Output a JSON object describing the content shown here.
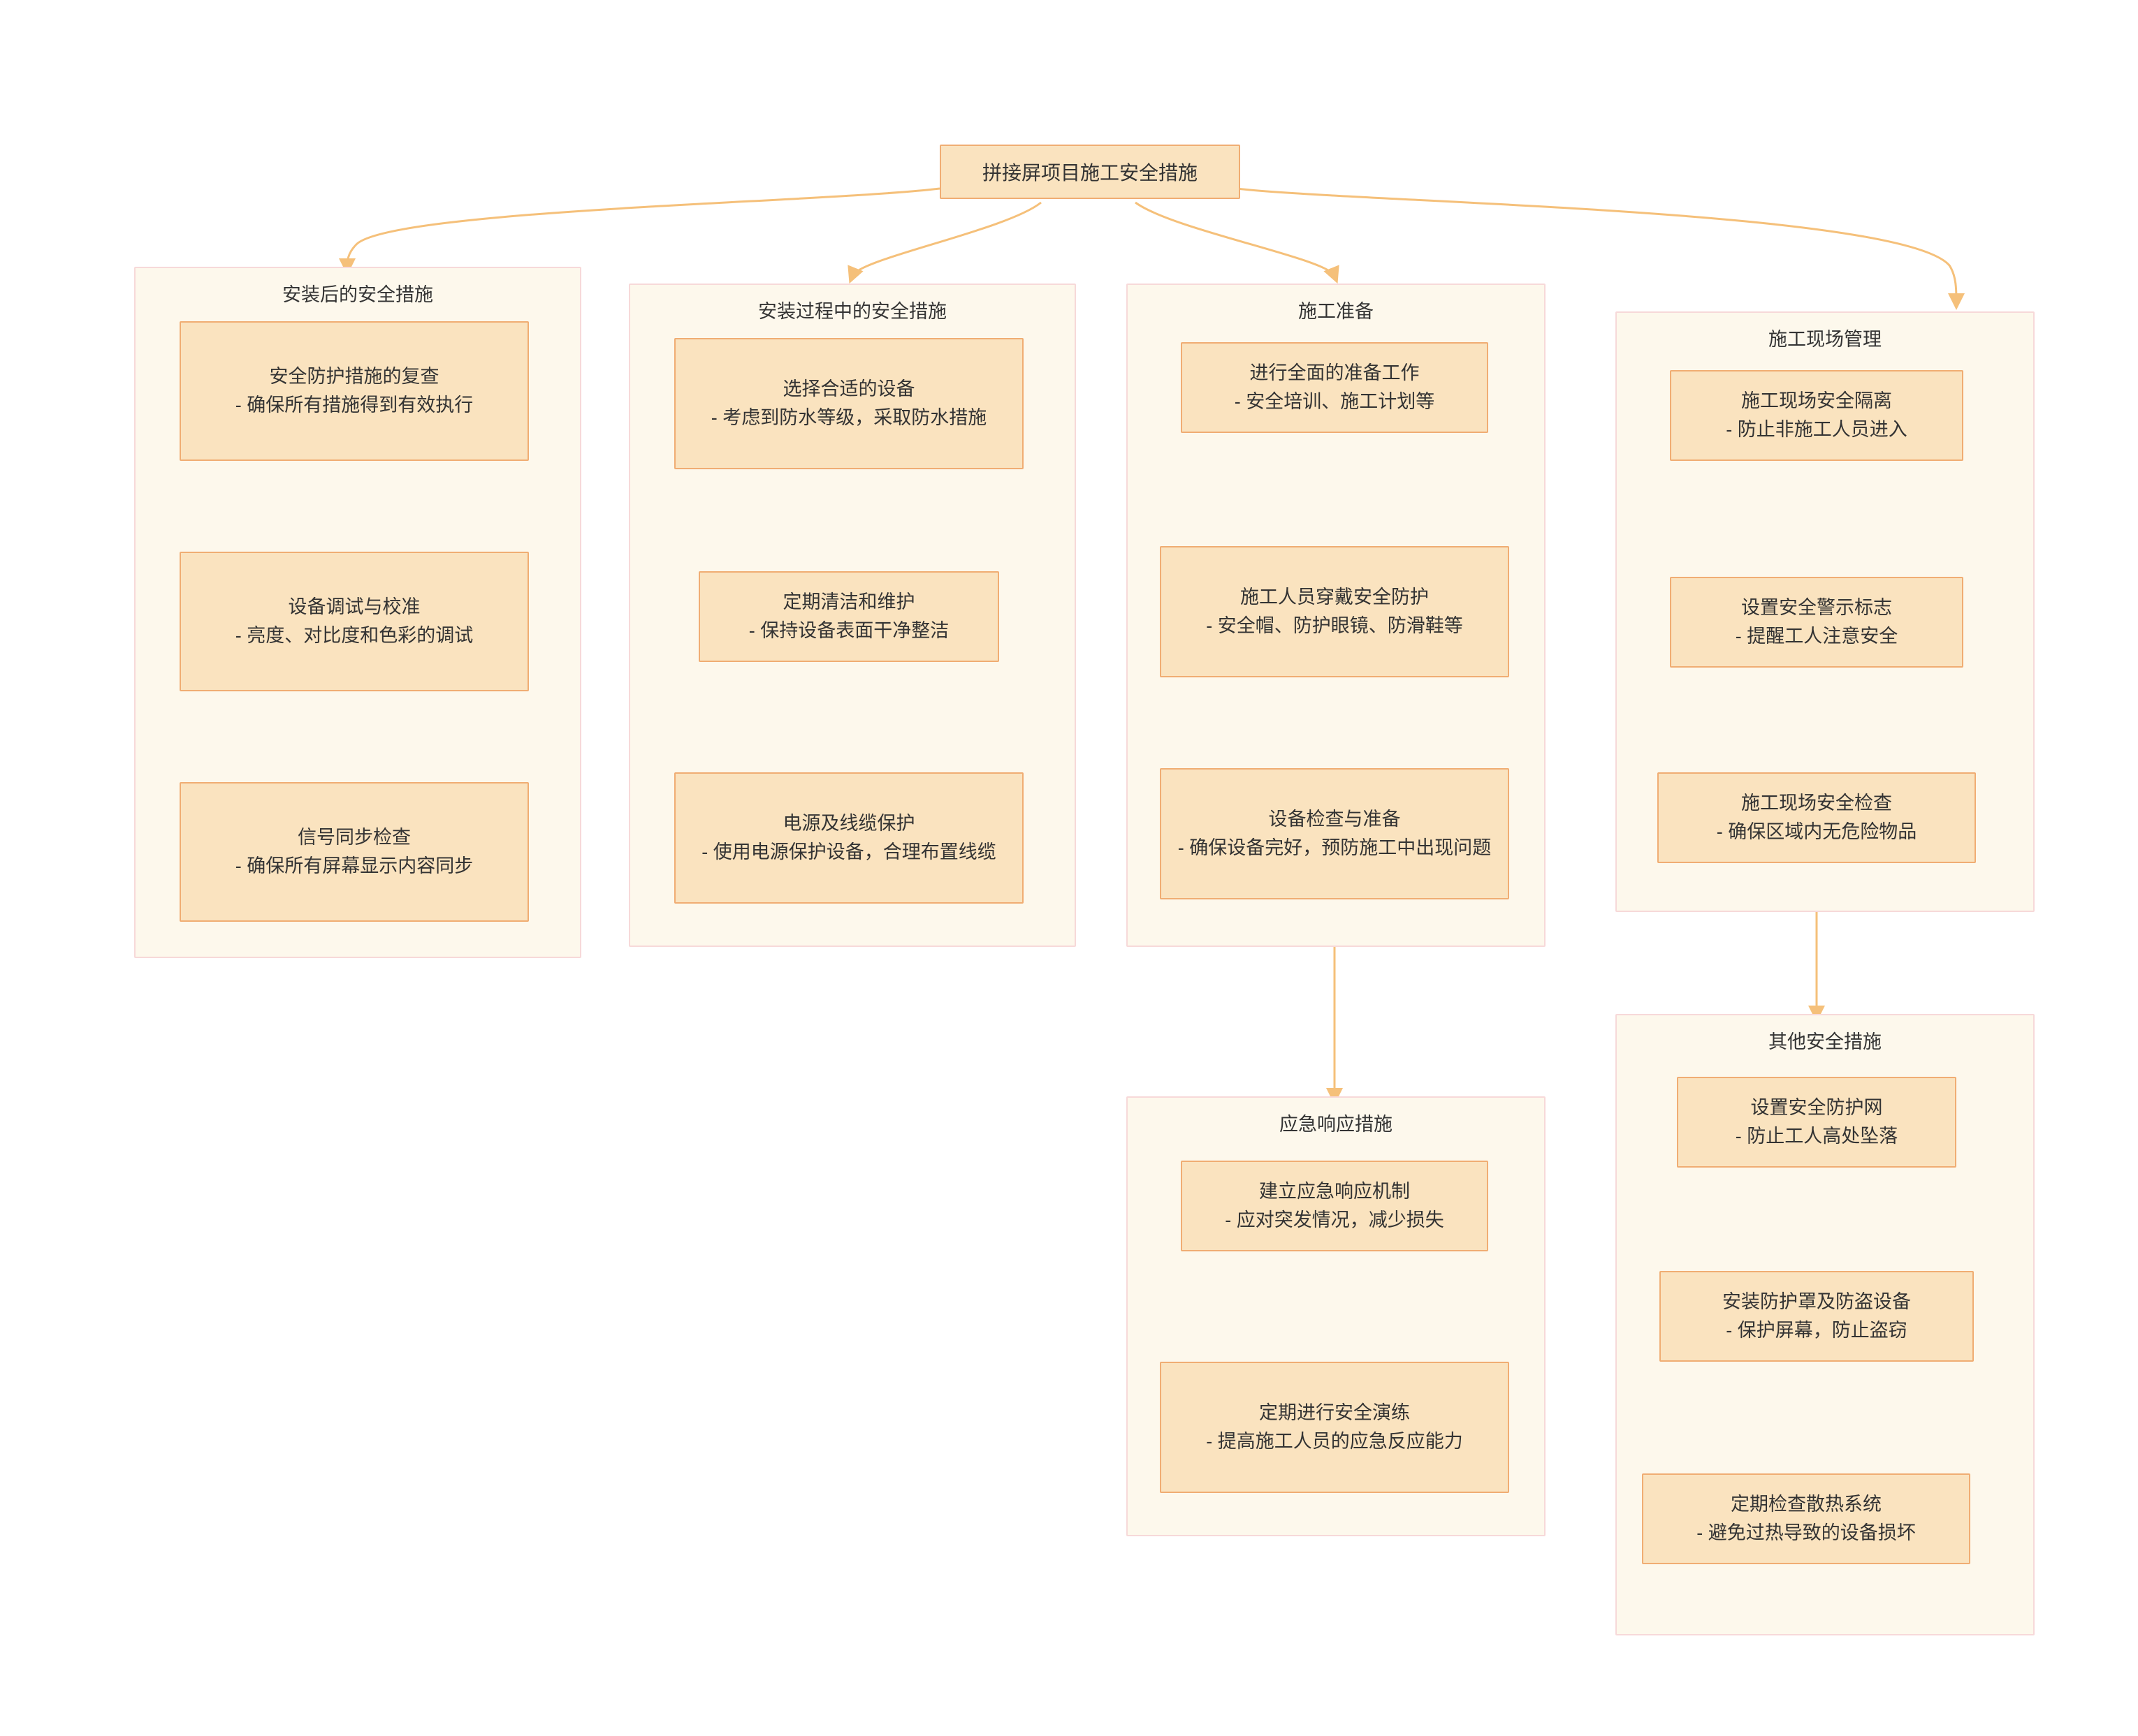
{
  "diagram": {
    "type": "flowchart",
    "title": "拼接屏项目施工安全措施",
    "root": {
      "label": "拼接屏项目施工安全措施"
    },
    "colors": {
      "node_fill": "#fae3bf",
      "node_border": "#f0ad73",
      "cluster_fill": "#fdf8ec",
      "cluster_border": "#f7d9d9",
      "edge": "#f5c07a",
      "text": "#333333"
    },
    "clusters": [
      {
        "id": "post_install",
        "title": "安装后的安全措施",
        "nodes": [
          {
            "id": "p1",
            "title": "安全防护措施的复查",
            "detail": "- 确保所有措施得到有效执行"
          },
          {
            "id": "p2",
            "title": "设备调试与校准",
            "detail": "- 亮度、对比度和色彩的调试"
          },
          {
            "id": "p3",
            "title": "信号同步检查",
            "detail": "- 确保所有屏幕显示内容同步"
          }
        ]
      },
      {
        "id": "during_install",
        "title": "安装过程中的安全措施",
        "nodes": [
          {
            "id": "d1",
            "title": "选择合适的设备",
            "detail": "- 考虑到防水等级，采取防水措施"
          },
          {
            "id": "d2",
            "title": "定期清洁和维护",
            "detail": "- 保持设备表面干净整洁"
          },
          {
            "id": "d3",
            "title": "电源及线缆保护",
            "detail": "- 使用电源保护设备，合理布置线缆"
          }
        ]
      },
      {
        "id": "preparation",
        "title": "施工准备",
        "nodes": [
          {
            "id": "s1",
            "title": "进行全面的准备工作",
            "detail": "- 安全培训、施工计划等"
          },
          {
            "id": "s2",
            "title": "施工人员穿戴安全防护",
            "detail": "- 安全帽、防护眼镜、防滑鞋等"
          },
          {
            "id": "s3",
            "title": "设备检查与准备",
            "detail": "- 确保设备完好，预防施工中出现问题"
          }
        ]
      },
      {
        "id": "site_management",
        "title": "施工现场管理",
        "nodes": [
          {
            "id": "m1",
            "title": "施工现场安全隔离",
            "detail": "- 防止非施工人员进入"
          },
          {
            "id": "m2",
            "title": "设置安全警示标志",
            "detail": "- 提醒工人注意安全"
          },
          {
            "id": "m3",
            "title": "施工现场安全检查",
            "detail": "- 确保区域内无危险物品"
          }
        ]
      },
      {
        "id": "emergency",
        "title": "应急响应措施",
        "nodes": [
          {
            "id": "e1",
            "title": "建立应急响应机制",
            "detail": "- 应对突发情况，减少损失"
          },
          {
            "id": "e2",
            "title": "定期进行安全演练",
            "detail": "- 提高施工人员的应急反应能力"
          }
        ]
      },
      {
        "id": "others",
        "title": "其他安全措施",
        "nodes": [
          {
            "id": "o1",
            "title": "设置安全防护网",
            "detail": "- 防止工人高处坠落"
          },
          {
            "id": "o2",
            "title": "安装防护罩及防盗设备",
            "detail": "- 保护屏幕，防止盗窃"
          },
          {
            "id": "o3",
            "title": "定期检查散热系统",
            "detail": "- 避免过热导致的设备损坏"
          }
        ]
      }
    ],
    "edges": [
      {
        "from": "root",
        "to": "post_install"
      },
      {
        "from": "root",
        "to": "during_install"
      },
      {
        "from": "root",
        "to": "preparation"
      },
      {
        "from": "root",
        "to": "site_management"
      },
      {
        "from": "p1",
        "to": "p2"
      },
      {
        "from": "p2",
        "to": "p3"
      },
      {
        "from": "d1",
        "to": "d2"
      },
      {
        "from": "d2",
        "to": "d3"
      },
      {
        "from": "s1",
        "to": "s2"
      },
      {
        "from": "s2",
        "to": "s3"
      },
      {
        "from": "s3",
        "to": "emergency"
      },
      {
        "from": "e1",
        "to": "e2"
      },
      {
        "from": "m1",
        "to": "m2"
      },
      {
        "from": "m2",
        "to": "m3"
      },
      {
        "from": "m3",
        "to": "others"
      },
      {
        "from": "o1",
        "to": "o2"
      },
      {
        "from": "o2",
        "to": "o3"
      }
    ]
  }
}
